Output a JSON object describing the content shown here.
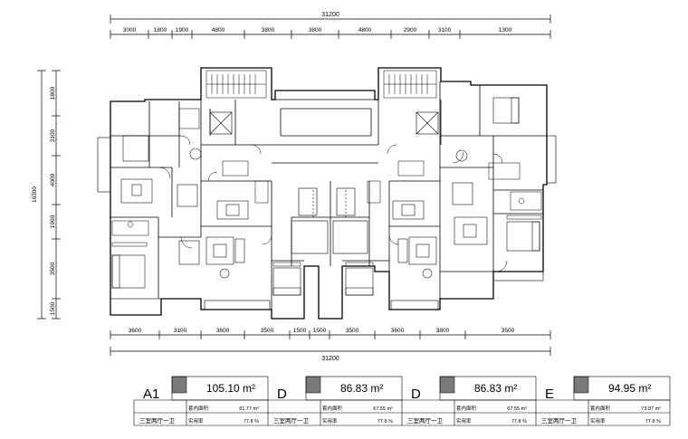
{
  "dimensions": {
    "top_total": "31200",
    "top_segments": [
      "3000",
      "1800",
      "1900",
      "4800",
      "3800",
      "3800",
      "4800",
      "2900",
      "3100",
      "1300"
    ],
    "bottom_total": "31200",
    "bottom_segments": [
      "3600",
      "3100",
      "3600",
      "3500",
      "1500",
      "1500",
      "3500",
      "3600",
      "3800",
      "3500"
    ],
    "left_total": "16300",
    "left_segments": [
      "1800",
      "3100",
      "4000",
      "1900",
      "3500",
      "1500"
    ]
  },
  "units": [
    {
      "code": "A1",
      "area": "105.10",
      "unit": "m²",
      "type": "三室两厅一卫",
      "inner_label": "套内面积",
      "inner_value": "81.77",
      "inner_unit": "m²",
      "ratio_label": "实用率",
      "ratio_value": "77.8",
      "ratio_unit": "%"
    },
    {
      "code": "D",
      "area": "86.83",
      "unit": "m²",
      "type": "三室两厅一卫",
      "inner_label": "套内面积",
      "inner_value": "67.55",
      "inner_unit": "m²",
      "ratio_label": "实用率",
      "ratio_value": "77.8",
      "ratio_unit": "%"
    },
    {
      "code": "D",
      "area": "86.83",
      "unit": "m²",
      "type": "三室两厅一卫",
      "inner_label": "套内面积",
      "inner_value": "67.55",
      "inner_unit": "m²",
      "ratio_label": "实用率",
      "ratio_value": "77.8",
      "ratio_unit": "%"
    },
    {
      "code": "E",
      "area": "94.95",
      "unit": "m²",
      "type": "三室两厅一卫",
      "inner_label": "套内面积",
      "inner_value": "73.87",
      "inner_unit": "m²",
      "ratio_label": "实用率",
      "ratio_value": "77.8",
      "ratio_unit": "%"
    }
  ],
  "colors": {
    "line": "#000000",
    "tab": "#7a7a7a"
  }
}
